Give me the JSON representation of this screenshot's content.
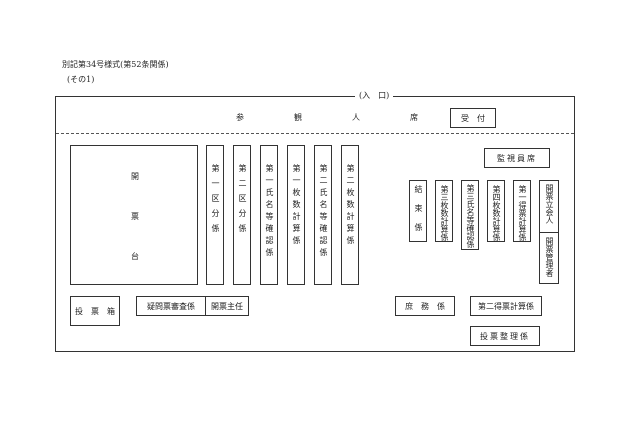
{
  "header": {
    "form_title": "別記第34号様式(第52条関係)",
    "sub_title": "(その1)"
  },
  "hall": {
    "entrance": "(入　口)",
    "spectators": [
      "参",
      "観",
      "人",
      "席"
    ],
    "reception": "受　付",
    "counting_table": [
      "開",
      "票",
      "台"
    ],
    "observers": "監視員席",
    "ballot_box": "投　票　箱",
    "doubtful_ballot": "疑問票審査係",
    "counting_chief": "開票主任",
    "general_affairs": "庶　務　係",
    "second_tally": "第二得票計算係",
    "ballot_sorting": "投票整理係",
    "witness": "開票立会人",
    "manager": "開票管理者",
    "left_columns": [
      "第一区分係",
      "第二区分係",
      "第一氏名等確認係",
      "第一枚数計算係",
      "第二氏名等確認係",
      "第二枚数計算係"
    ],
    "right_columns": [
      "結束係",
      "第三枚数計算係",
      "第三氏名等確認係",
      "第四枚数計算係",
      "第一得票計算係"
    ]
  }
}
